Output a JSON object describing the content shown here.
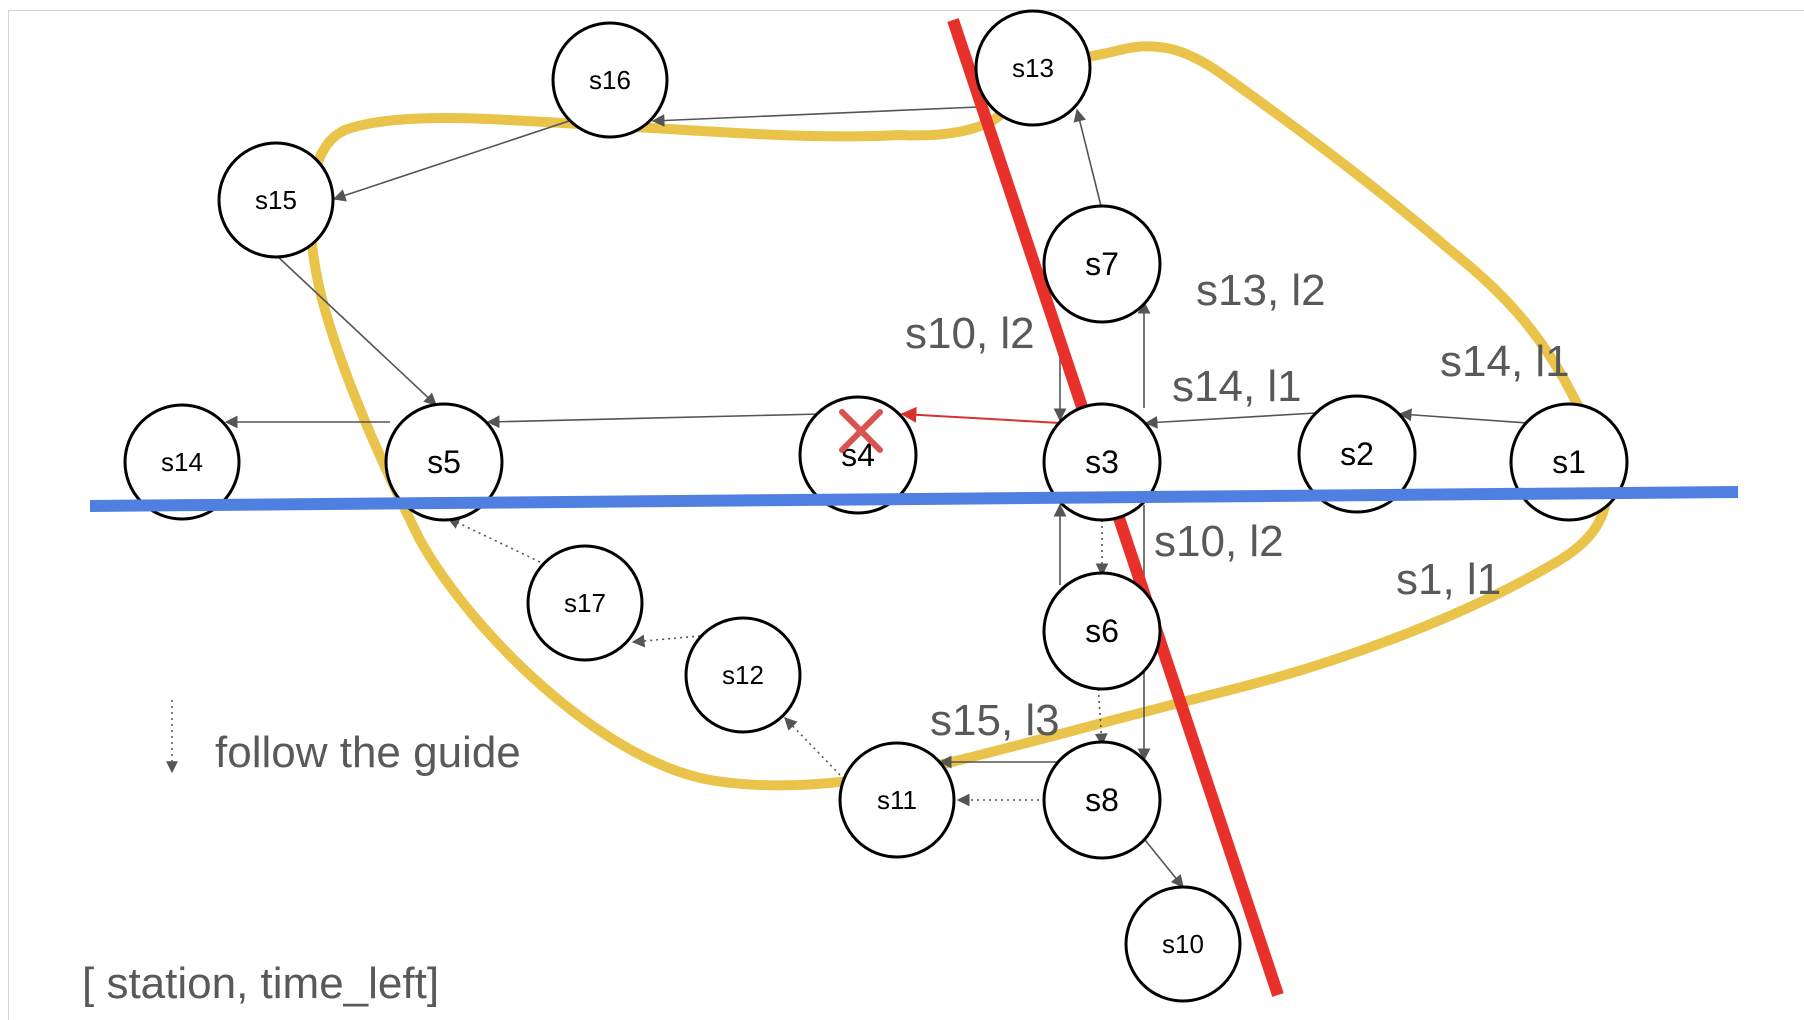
{
  "colors": {
    "loop": "#e9c34a",
    "cut_line": "#e8302a",
    "horizontal_line": "#4f7fe0",
    "edge": "#555555",
    "highlight_edge": "#d9312b",
    "special_node": "#3d7a2a"
  },
  "nodes": [
    {
      "id": "s16",
      "label": "s16"
    },
    {
      "id": "s13",
      "label": "s13"
    },
    {
      "id": "s15",
      "label": "s15"
    },
    {
      "id": "s7",
      "label": "s7"
    },
    {
      "id": "s14",
      "label": "s14"
    },
    {
      "id": "s5",
      "label": "s5"
    },
    {
      "id": "s4",
      "label": "s4"
    },
    {
      "id": "s3",
      "label": "s3"
    },
    {
      "id": "s2",
      "label": "s2"
    },
    {
      "id": "s1",
      "label": "s1"
    },
    {
      "id": "s17",
      "label": "s17"
    },
    {
      "id": "s6",
      "label": "s6"
    },
    {
      "id": "s12",
      "label": "s12"
    },
    {
      "id": "s11",
      "label": "s11"
    },
    {
      "id": "s8",
      "label": "s8"
    },
    {
      "id": "s10",
      "label": "s10"
    }
  ],
  "edges": [
    {
      "from": "s13",
      "to": "s16",
      "style": "solid"
    },
    {
      "from": "s16",
      "to": "s15",
      "style": "solid"
    },
    {
      "from": "s15",
      "to": "s5",
      "style": "solid"
    },
    {
      "from": "s5",
      "to": "s14",
      "style": "solid"
    },
    {
      "from": "s4",
      "to": "s5",
      "style": "solid"
    },
    {
      "from": "s3",
      "to": "s4",
      "style": "highlight"
    },
    {
      "from": "s2",
      "to": "s3",
      "style": "solid"
    },
    {
      "from": "s1",
      "to": "s2",
      "style": "solid"
    },
    {
      "from": "s7",
      "to": "s13",
      "style": "solid"
    },
    {
      "from": "s3",
      "to": "s7",
      "style": "solid"
    },
    {
      "from": "s7",
      "to": "s3",
      "style": "solid"
    },
    {
      "from": "s6",
      "to": "s3",
      "style": "solid"
    },
    {
      "from": "s3",
      "to": "s8",
      "style": "solid"
    },
    {
      "from": "s3",
      "to": "s6",
      "style": "dotted"
    },
    {
      "from": "s6",
      "to": "s8",
      "style": "dotted"
    },
    {
      "from": "s8",
      "to": "s11",
      "style": "dotted"
    },
    {
      "from": "s11",
      "to": "s12",
      "style": "dotted"
    },
    {
      "from": "s12",
      "to": "s17",
      "style": "dotted"
    },
    {
      "from": "s17",
      "to": "s5",
      "style": "dotted"
    },
    {
      "from": "s8",
      "to": "s10",
      "style": "solid"
    },
    {
      "from": "s8",
      "to": "s11",
      "style": "solid"
    }
  ],
  "edge_labels": {
    "s13_l2": "s13, l2",
    "s10_l2_top": "s10, l2",
    "s14_l1_mid": "s14, l1",
    "s14_l1_right": "s14, l1",
    "s10_l2_bottom": "s10, l2",
    "s1_l1": "s1, l1",
    "s15_l3": "s15, l3"
  },
  "removed_marker": {
    "node": "s4",
    "icon": "x-mark-icon"
  },
  "legend": {
    "dotted_arrow_label": "follow the guide"
  },
  "caption": "[ station, time_left]"
}
